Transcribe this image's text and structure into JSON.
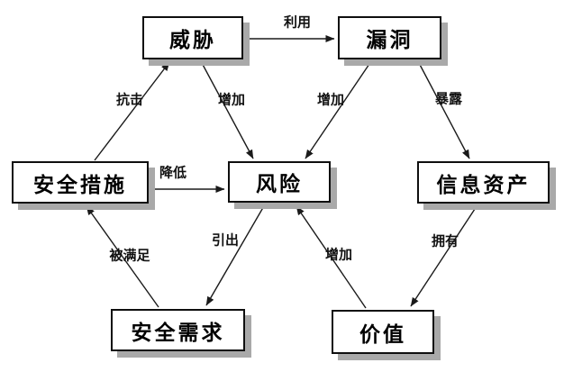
{
  "diagram": {
    "colors": {
      "background": "#ffffff",
      "box_fill": "#ffffff",
      "box_border": "#0f0f0f",
      "box_shadow": "#a9a9a9",
      "line": "#1a1a1a",
      "text": "#000000"
    },
    "nodes": {
      "threat": {
        "label": "威胁"
      },
      "vulnerability": {
        "label": "漏洞"
      },
      "security_measures": {
        "label": "安全措施"
      },
      "risk": {
        "label": "风险"
      },
      "information_assets": {
        "label": "信息资产"
      },
      "security_requirements": {
        "label": "安全需求"
      },
      "value": {
        "label": "价值"
      }
    },
    "edges": {
      "exploit": {
        "label": "利用",
        "from": "threat",
        "to": "vulnerability"
      },
      "resist": {
        "label": "抗击",
        "from": "security_measures",
        "to": "threat"
      },
      "increase_by_threat": {
        "label": "增加",
        "from": "threat",
        "to": "risk"
      },
      "increase_by_vulnerability": {
        "label": "增加",
        "from": "vulnerability",
        "to": "risk"
      },
      "expose": {
        "label": "暴露",
        "from": "vulnerability",
        "to": "information_assets"
      },
      "reduce": {
        "label": "降低",
        "from": "security_measures",
        "to": "risk"
      },
      "be_satisfied": {
        "label": "被满足",
        "from": "security_requirements",
        "to": "security_measures"
      },
      "lead_to": {
        "label": "引出",
        "from": "risk",
        "to": "security_requirements"
      },
      "increase_by_value": {
        "label": "增加",
        "from": "value",
        "to": "risk"
      },
      "own": {
        "label": "拥有",
        "from": "information_assets",
        "to": "value"
      }
    }
  }
}
